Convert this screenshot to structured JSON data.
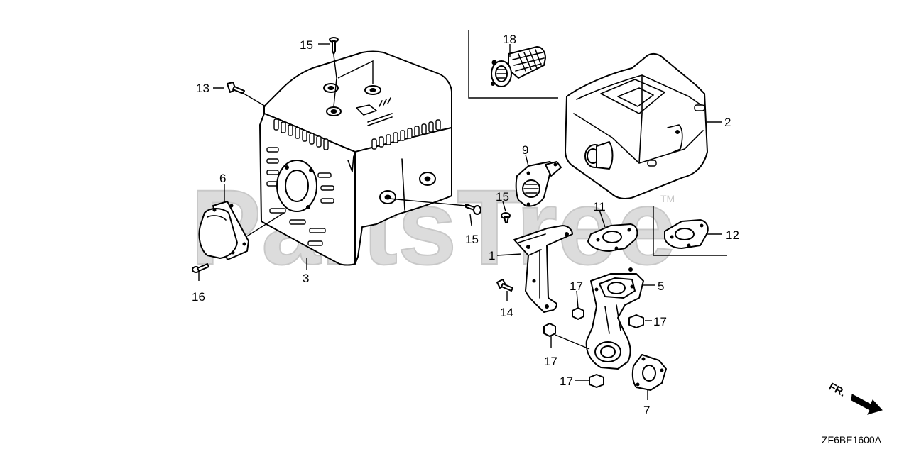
{
  "watermark": {
    "text": "PartsTree",
    "trademark": "TM",
    "color": "#d9d9d9"
  },
  "diagram_code": "ZF6BE1600A",
  "direction_marker": "FR.",
  "callouts": [
    {
      "id": "c15a",
      "label": "15"
    },
    {
      "id": "c13",
      "label": "13"
    },
    {
      "id": "c18",
      "label": "18"
    },
    {
      "id": "c2",
      "label": "2"
    },
    {
      "id": "c9",
      "label": "9"
    },
    {
      "id": "c6",
      "label": "6"
    },
    {
      "id": "c15b",
      "label": "15"
    },
    {
      "id": "c15c",
      "label": "15"
    },
    {
      "id": "c11",
      "label": "11"
    },
    {
      "id": "c12",
      "label": "12"
    },
    {
      "id": "c1",
      "label": "1"
    },
    {
      "id": "c3",
      "label": "3"
    },
    {
      "id": "c16",
      "label": "16"
    },
    {
      "id": "c5",
      "label": "5"
    },
    {
      "id": "c17a",
      "label": "17"
    },
    {
      "id": "c14",
      "label": "14"
    },
    {
      "id": "c17b",
      "label": "17"
    },
    {
      "id": "c17c",
      "label": "17"
    },
    {
      "id": "c17d",
      "label": "17"
    },
    {
      "id": "c7",
      "label": "7"
    }
  ]
}
